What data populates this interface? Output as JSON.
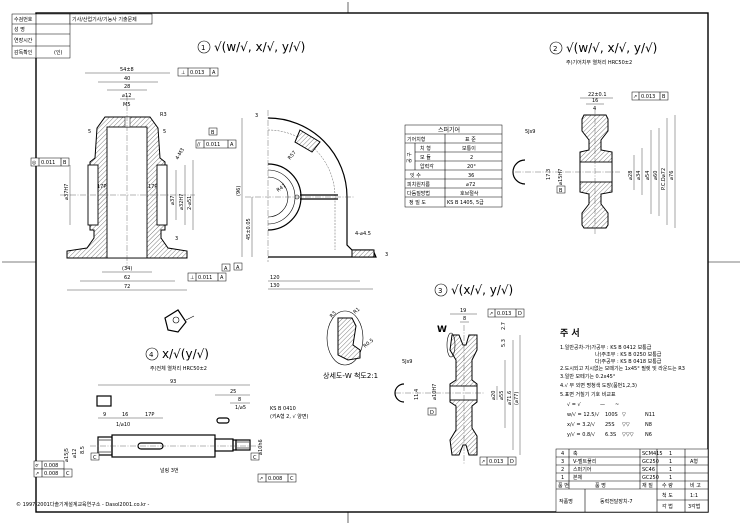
{
  "title_block": {
    "header": "기사/산업기사/기능사 기출문제",
    "rows": [
      {
        "label": "수검번호",
        "value": ""
      },
      {
        "label": "성 명",
        "value": ""
      },
      {
        "label": "연장시간",
        "value": ""
      },
      {
        "label": "감독확인",
        "value": "(인)"
      }
    ]
  },
  "views": {
    "body": {
      "number": "1",
      "roughness": "√(w/√, x/√, y/√)",
      "dims": {
        "d54": "54±8",
        "d40": "40",
        "d28": "28",
        "d12": "⌀12",
        "m5": "M5",
        "r3": "R3",
        "five_l": "5",
        "five_r": "5",
        "d37h7_l": "⌀37H7",
        "m3": "4-M3",
        "p17_l": "17P",
        "p17_r": "17P",
        "d37": "⌀37",
        "d32h7": "⌀32H7",
        "d51": "2-⌀51",
        "d34": "(34)",
        "d62": "62",
        "d72": "72",
        "three": "3"
      },
      "tolerances": {
        "perp_top": [
          "⊥",
          "0.013",
          "A"
        ],
        "par": [
          "//",
          "0.011",
          "A"
        ],
        "conc": [
          "◎",
          "0.011",
          "B"
        ],
        "perp_bot": [
          "⊥",
          "0.011",
          "A"
        ]
      },
      "datum_b": "B"
    },
    "side": {
      "dims": {
        "h96": "(96)",
        "h45": "45±0.05",
        "r57": "R57",
        "r47": "R47",
        "holes": "4-⌀4.5",
        "d120": "120",
        "d130": "130",
        "three": "3",
        "three_top": "3"
      },
      "datum_a": "A",
      "datum_a2": "A"
    },
    "gear": {
      "number": "2",
      "roughness": "√(w/√, x/√, y/√)",
      "note": "주)기어치부 열처리 HRC50±2",
      "dims": {
        "w22": "22±0.1",
        "w16": "16",
        "w4": "4",
        "key": "5Js9",
        "k17": "17.3",
        "bore": "⌀15H7",
        "d28": "⌀28",
        "d34": "⌀34",
        "d54": "⌀54",
        "d60": "⌀60",
        "pcd": "P.C.D⌀72",
        "d76": "⌀76"
      },
      "tolerance": [
        "↗",
        "0.013",
        "B"
      ],
      "datum": "B"
    },
    "gear_table": {
      "title": "스퍼기어",
      "rows": [
        {
          "label": "기어치형",
          "value": "표 준"
        },
        {
          "group": "공구",
          "label": "치 형",
          "value": "보통이"
        },
        {
          "group": "공구",
          "label": "모 듈",
          "value": "2"
        },
        {
          "group": "공구",
          "label": "압력각",
          "value": "20°"
        },
        {
          "label": "잇 수",
          "value": "36"
        },
        {
          "label": "피치원지름",
          "value": "⌀72"
        },
        {
          "label": "다듬질방법",
          "value": "호브절삭"
        },
        {
          "label": "정 밀 도",
          "value": "KS B 1405, 5급"
        }
      ],
      "group_label": "공 구"
    },
    "pulley": {
      "number": "3",
      "roughness": "√(x/√, y/√)",
      "dims": {
        "w19": "19",
        "w8": "8",
        "d20": "⌀20",
        "d55": "⌀55",
        "d71": "⌀71.6",
        "d77": "(⌀77)",
        "key": "5Js9",
        "k11": "11.4",
        "bore": "⌀10H7",
        "h27": "2.7",
        "h53": "5.3"
      },
      "tolerance_top": [
        "↗",
        "0.013",
        "D"
      ],
      "tolerance_bot": [
        "↗",
        "0.013",
        "D"
      ],
      "datum": "D",
      "w_mark": "W"
    },
    "detail": {
      "caption": "상세도-W 척도2:1",
      "dims": {
        "r3": "R3",
        "r1": "R1",
        "r05": "R0.5"
      }
    },
    "shaft": {
      "number": "4",
      "roughness": "x/√(y/√)",
      "note": "주)전체 열처리 HRC50±2",
      "dims": {
        "l93": "93",
        "l25": "25",
        "l8": "8",
        "l9": "9",
        "l16": "16",
        "p17": "17P",
        "c5": "1/⌀5",
        "c10": "1/⌀10",
        "d15": "⌀15j5",
        "d12": "⌀12",
        "d85": "8.5",
        "d10": "⌀10h6",
        "key": "KS B 0410",
        "key2": "(키A형 2, √ 양면)",
        "knurl": "널링 3번"
      },
      "tol_1": [
        "⌭",
        "0.008"
      ],
      "tol_2": [
        "↗",
        "0.008",
        "C"
      ],
      "tol_3": [
        "↗",
        "0.008",
        "C"
      ],
      "datum_c": "C"
    }
  },
  "notes": {
    "title": "주 서",
    "lines": [
      "1.일반공차-가)가공부 : KS B 0412 보통급",
      "나)주조부 : KS B 0250 보통급",
      "다)주공부 : KS B 0418 보통급",
      "2.도시되고 지시없는 모떼기는 1x45° 필렛 및 라운드는 R3",
      "3.일반 모떼기는 0.2x45°",
      "4.√ 부 외면 명청색 도장(품번1,2,3)",
      "5.표면 거칠기 기호 비교표"
    ],
    "roughness_table": [
      [
        "√ = √",
        "—",
        "~"
      ],
      [
        "w/√ = 12.5/√",
        "100S",
        "▽",
        "N11"
      ],
      [
        "x/√ = 3.2/√",
        "25S",
        "▽▽",
        "N8"
      ],
      [
        "y/√ = 0.8/√",
        "6.3S",
        "▽▽▽",
        "N6"
      ]
    ]
  },
  "parts_list": {
    "rows": [
      {
        "no": "4",
        "name": "축",
        "material": "SCM415",
        "qty": "1",
        "remark": ""
      },
      {
        "no": "3",
        "name": "V-벨트풀리",
        "material": "GC250",
        "qty": "1",
        "remark": "A형"
      },
      {
        "no": "2",
        "name": "스퍼기어",
        "material": "SC46",
        "qty": "1",
        "remark": ""
      },
      {
        "no": "1",
        "name": "본체",
        "material": "GC250",
        "qty": "1",
        "remark": ""
      }
    ],
    "headers": {
      "no": "품 번",
      "name": "품 명",
      "material": "재 질",
      "qty": "수 량",
      "remark": "비 고"
    },
    "project_label": "작품명",
    "project_name": "동력전달장치-7",
    "scale_label": "척 도",
    "scale_value": "1:1",
    "projection_label": "각 법",
    "projection_value": "3각법"
  },
  "copyright": "© 1997-2001다솔기계설계교육연구소 - Dasol2001.co.kr -"
}
